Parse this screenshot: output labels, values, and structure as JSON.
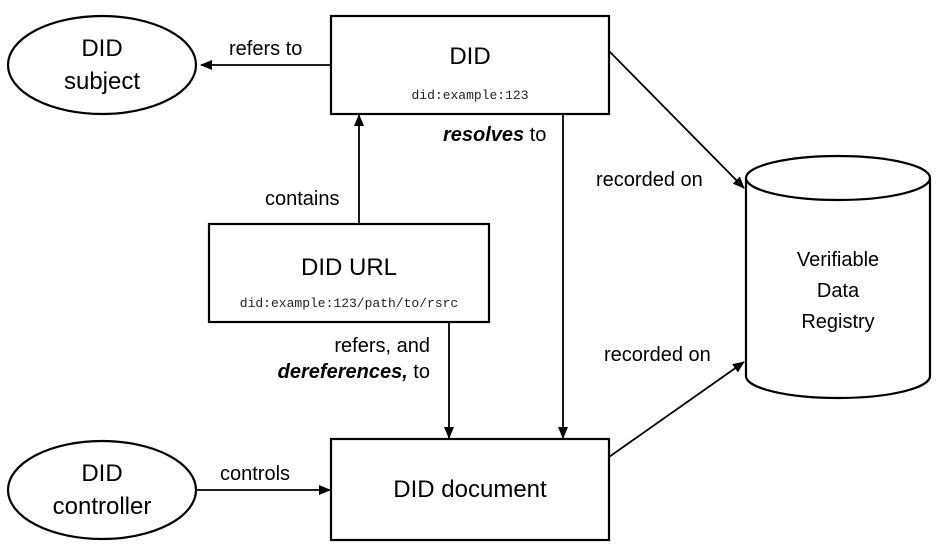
{
  "nodes": {
    "did": {
      "title": "DID",
      "example": "did:example:123"
    },
    "did_url": {
      "title": "DID URL",
      "example": "did:example:123/path/to/rsrc"
    },
    "did_document": {
      "title": "DID document"
    },
    "did_subject": {
      "line1": "DID",
      "line2": "subject"
    },
    "did_controller": {
      "line1": "DID",
      "line2": "controller"
    },
    "registry": {
      "line1": "Verifiable",
      "line2": "Data",
      "line3": "Registry"
    }
  },
  "edges": {
    "refers_to": "refers to",
    "resolves_emph": "resolves",
    "resolves_tail": " to",
    "contains": "contains",
    "recorded_on_top": "recorded on",
    "recorded_on_bottom": "recorded on",
    "refers_and": "refers, and",
    "dereferences_emph": "dereferences,",
    "dereferences_tail": " to",
    "controls": "controls"
  }
}
